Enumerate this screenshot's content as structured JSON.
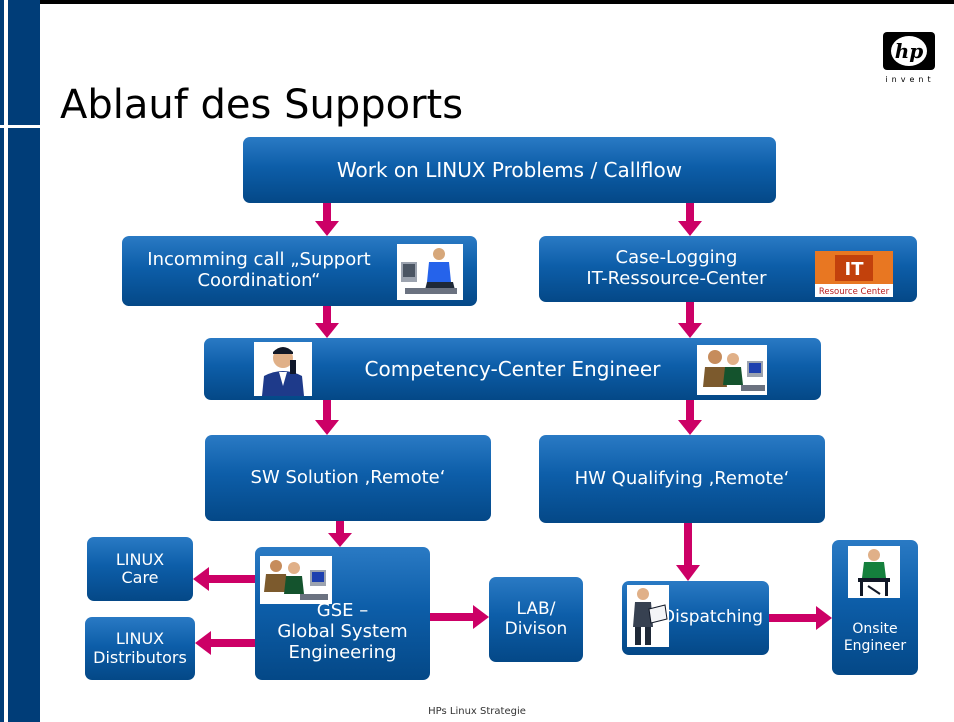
{
  "slide": {
    "title": "Ablauf des Supports",
    "footer": "HPs Linux Strategie"
  },
  "logo": {
    "badge_text": "hp",
    "tagline": "invent"
  },
  "flow": {
    "top_box": "Work on LINUX Problems / Callflow",
    "incoming_call": "Incomming call „Support\nCoordination“",
    "case_logging": "Case-Logging\nIT-Ressource-Center",
    "itrc_badge": "Resource Center",
    "competency_center": "Competency-Center Engineer",
    "sw_solution": "SW Solution ‚Remote‘",
    "hw_qualifying": "HW Qualifying ‚Remote‘",
    "linux_care": "LINUX\nCare",
    "linux_distributors": "LINUX\nDistributors",
    "gse": "GSE –\nGlobal System\nEngineering",
    "lab_division": "LAB/\nDivison",
    "dispatching": "Dispatching",
    "onsite_engineer": "Onsite\nEngineer"
  },
  "colors": {
    "box_blue": "#0d5ea9",
    "arrow_magenta": "#cc0066",
    "sidebar_navy": "#003d78"
  }
}
